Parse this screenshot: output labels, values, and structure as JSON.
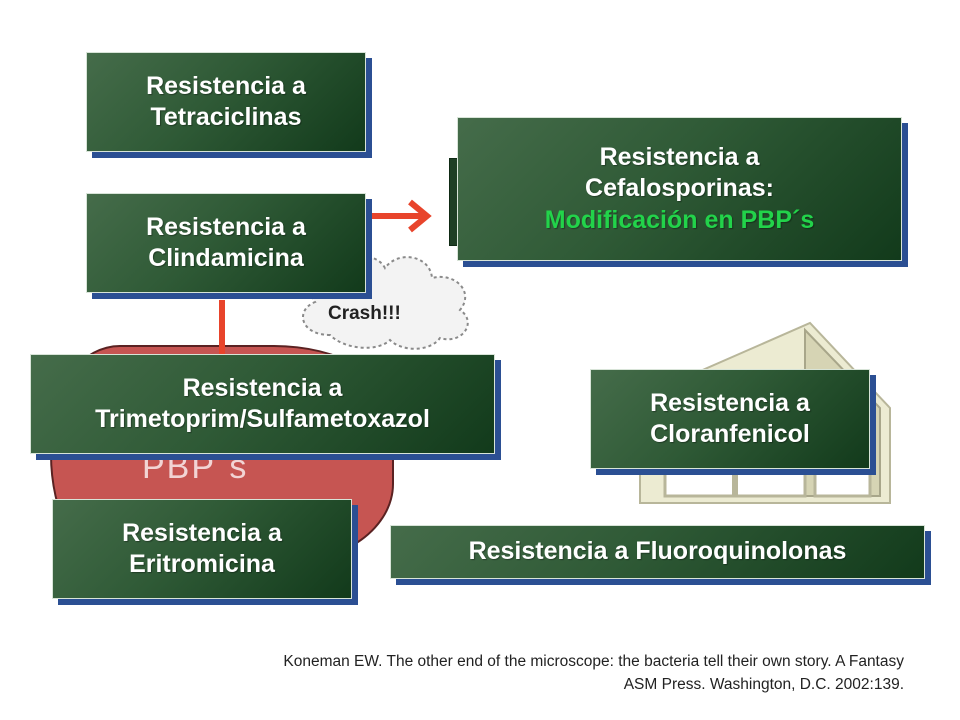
{
  "boxes": {
    "tetraciclinas": {
      "line1": "Resistencia a",
      "line2": "Tetraciclinas"
    },
    "clindamicina": {
      "line1": "Resistencia a",
      "line2": "Clindamicina"
    },
    "cefalosporinas": {
      "line1": "Resistencia a",
      "line2": "Cefalosporinas:",
      "line3": "Modificación en PBP´s"
    },
    "trimetoprim": {
      "line1": "Resistencia a",
      "line2": "Trimetoprim/Sulfametoxazol"
    },
    "cloranfenicol": {
      "line1": "Resistencia a",
      "line2": "Cloranfenicol"
    },
    "eritromicina": {
      "line1": "Resistencia a",
      "line2": "Eritromicina"
    },
    "fluoroquinolonas": {
      "line1": "Resistencia a Fluoroquinolonas"
    }
  },
  "cloud_text": "Crash!!!",
  "background_text": "PBP´s",
  "citation": {
    "line1": "Koneman EW. The other end of the microscope: the bacteria tell their own story.  A Fantasy",
    "line2": "ASM Press.  Washington, D.C. 2002:139."
  },
  "colors": {
    "box_green": "#2f5a36",
    "box_shadow_blue": "#2b4f93",
    "highlight_green": "#22d34a",
    "arrow_red": "#e8442b",
    "blob_red": "#c65552"
  }
}
